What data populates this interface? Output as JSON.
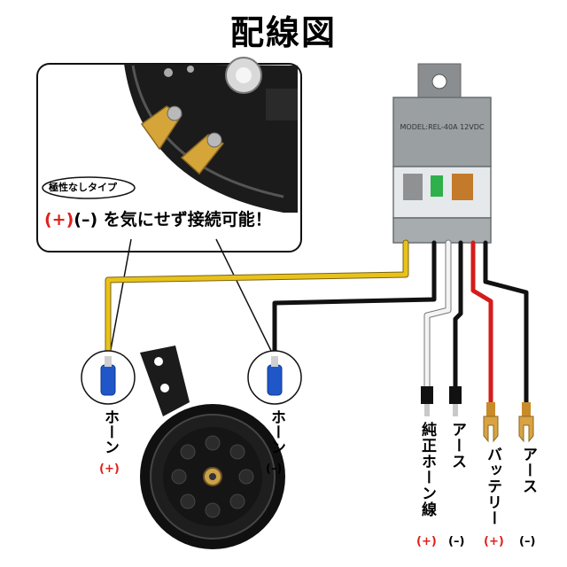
{
  "title": "配線図",
  "inset": {
    "badge": "極性なしタイプ",
    "callout_plus": "(+)",
    "callout_rest": "(–) を気にせず接続可能！"
  },
  "relay": {
    "model_text": "MODEL:REL-40A 12VDC"
  },
  "horn_terminals": {
    "left_label": "ホーン",
    "left_polarity": "(+)",
    "right_label": "ホーン",
    "right_polarity": "(–)"
  },
  "wires": {
    "w1_label": "純正ホーン線",
    "w1_polarity": "(+)",
    "w2_label": "アース",
    "w2_polarity": "(–)",
    "w3_label": "バッテリー",
    "w3_polarity": "(+)",
    "w4_label": "アース",
    "w4_polarity": "(–)"
  },
  "colors": {
    "yellow_wire": "#e8c21a",
    "black_wire": "#1a1a1a",
    "red_wire": "#d41c1c",
    "white_wire": "#f4f4f4",
    "relay_gray": "#8f9497",
    "terminal_blue": "#1f56c8",
    "polarity_red": "#e0201a"
  }
}
